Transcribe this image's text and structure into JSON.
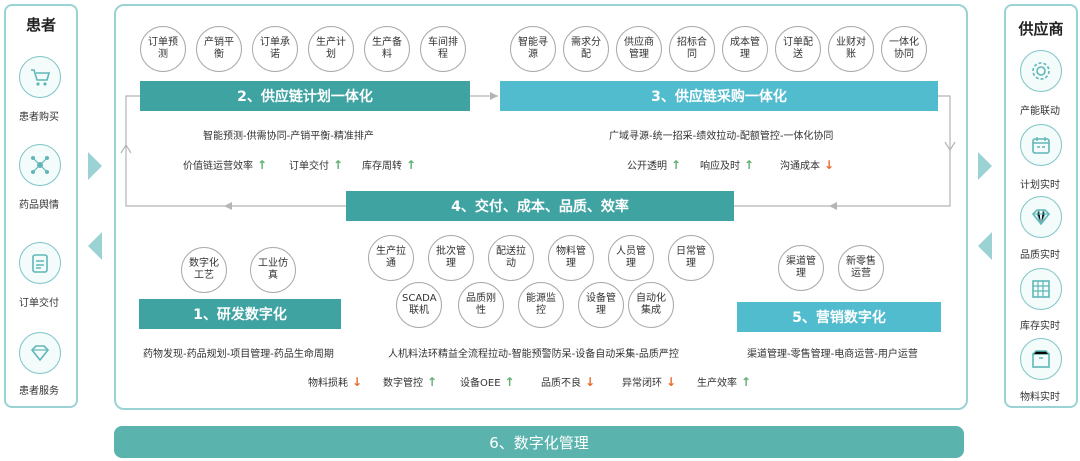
{
  "patient_panel": {
    "title": "患者",
    "items": [
      {
        "icon": "shopping-cart-icon",
        "label": "患者购买"
      },
      {
        "icon": "network-icon",
        "label": "药品舆情"
      },
      {
        "icon": "clipboard-icon",
        "label": "订单交付"
      },
      {
        "icon": "diamond-icon",
        "label": "患者服务"
      }
    ]
  },
  "supplier_panel": {
    "title": "供应商",
    "items": [
      {
        "icon": "gear-icon",
        "label": "产能联动"
      },
      {
        "icon": "calendar-icon",
        "label": "计划实时"
      },
      {
        "icon": "diamond-icon",
        "label": "品质实时"
      },
      {
        "icon": "grid-icon",
        "label": "库存实时"
      },
      {
        "icon": "box-icon",
        "label": "物料实时"
      }
    ]
  },
  "section2": {
    "circles": [
      "订单预测",
      "产销平衡",
      "订单承诺",
      "生产计划",
      "生产备料",
      "车间排程"
    ],
    "title": "2、供应链计划一体化",
    "desc": "智能预测-供需协同-产销平衡-精准排产",
    "kpis": [
      {
        "label": "价值链运营效率",
        "dir": "up"
      },
      {
        "label": "订单交付",
        "dir": "up"
      },
      {
        "label": "库存周转",
        "dir": "up"
      }
    ]
  },
  "section3": {
    "circles": [
      "智能寻源",
      "需求分配",
      "供应商管理",
      "招标合同",
      "成本管理",
      "订单配送",
      "业财对账",
      "一体化协同"
    ],
    "title": "3、供应链采购一体化",
    "desc": "广域寻源-统一招采-绩效拉动-配额管控-一体化协同",
    "kpis": [
      {
        "label": "公开透明",
        "dir": "up"
      },
      {
        "label": "响应及时",
        "dir": "up"
      },
      {
        "label": "沟通成本",
        "dir": "down"
      }
    ]
  },
  "section4": {
    "title": "4、交付、成本、品质、效率",
    "circles_row1": [
      "生产拉通",
      "批次管理",
      "配送拉动",
      "物料管理",
      "人员管理",
      "日常管理"
    ],
    "circles_row2": [
      "SCADA联机",
      "品质刚性",
      "能源监控",
      "设备管理",
      "自动化集成"
    ],
    "desc": "人机料法环精益全流程拉动-智能预警防呆-设备自动采集-品质严控",
    "kpis": [
      {
        "label": "物料损耗",
        "dir": "down"
      },
      {
        "label": "数字管控",
        "dir": "up"
      },
      {
        "label": "设备OEE",
        "dir": "up"
      },
      {
        "label": "品质不良",
        "dir": "down"
      },
      {
        "label": "异常闭环",
        "dir": "down"
      },
      {
        "label": "生产效率",
        "dir": "up"
      }
    ]
  },
  "section1": {
    "circles": [
      "数字化工艺",
      "工业仿真"
    ],
    "title": "1、研发数字化",
    "desc": "药物发现-药品规划-项目管理-药品生命周期"
  },
  "section5": {
    "circles": [
      "渠道管理",
      "新零售运营"
    ],
    "title": "5、营销数字化",
    "desc": "渠道管理-零售管理-电商运营-用户运营"
  },
  "bottom": {
    "title": "6、数字化管理"
  },
  "colors": {
    "teal_dark": "#3fa3a2",
    "teal_light": "#52bccf",
    "up_arrow": "#5faf6f",
    "down_arrow": "#e86a2d"
  }
}
